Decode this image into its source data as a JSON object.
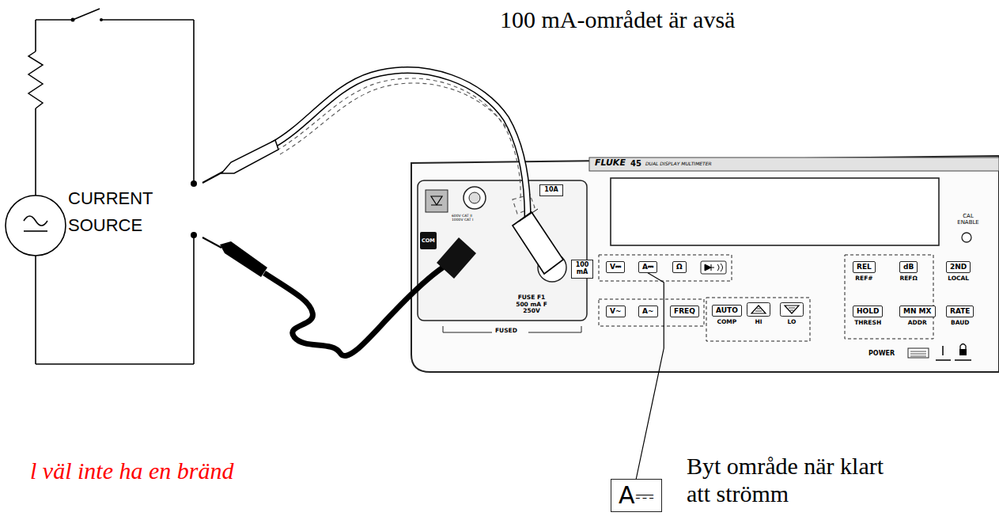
{
  "diagram": {
    "nodes": [
      {
        "text": [
          "10A"
        ]
      },
      {
        "text": [
          "COM"
        ]
      },
      {
        "text": [
          "100 mA"
        ]
      },
      {
        "text": [
          "V⎓"
        ]
      },
      {
        "text": [
          "A⎓"
        ]
      },
      {
        "text": [
          "Ω"
        ]
      },
      {
        "text": [
          "V~"
        ]
      },
      {
        "text": [
          "A~"
        ]
      },
      {
        "text": [
          "FREQ"
        ]
      },
      {
        "text": [
          "AUTO",
          "COMP"
        ]
      },
      {
        "text": [
          "HI"
        ]
      },
      {
        "text": [
          "LO"
        ]
      },
      {
        "text": [
          "REL",
          "REF#"
        ]
      },
      {
        "text": [
          "dB",
          "REFΩ"
        ]
      },
      {
        "text": [
          "2ND",
          "LOCAL"
        ]
      },
      {
        "text": [
          "HOLD",
          "THRESH"
        ]
      },
      {
        "text": [
          "MN MX",
          "ADDR"
        ]
      },
      {
        "text": [
          "RATE",
          "BAUD"
        ]
      },
      {
        "text": [
          "A⎓"
        ]
      }
    ],
    "edges": [
      {
        "from": 18,
        "to": 4,
        "arrow": "none"
      }
    ],
    "labels": [
      "100 mA-området är avsä",
      "CURRENT SOURCE",
      "FLUKE",
      "45",
      "DUAL DISPLAY MULTIMETER",
      "CAL ENABLE",
      "600V CAT II 1000V CAT I",
      "FUSE F1 500 mA F 250V",
      "FUSED",
      "POWER",
      "Byt område när klart att strömm",
      "l väl inte ha en bränd"
    ]
  }
}
